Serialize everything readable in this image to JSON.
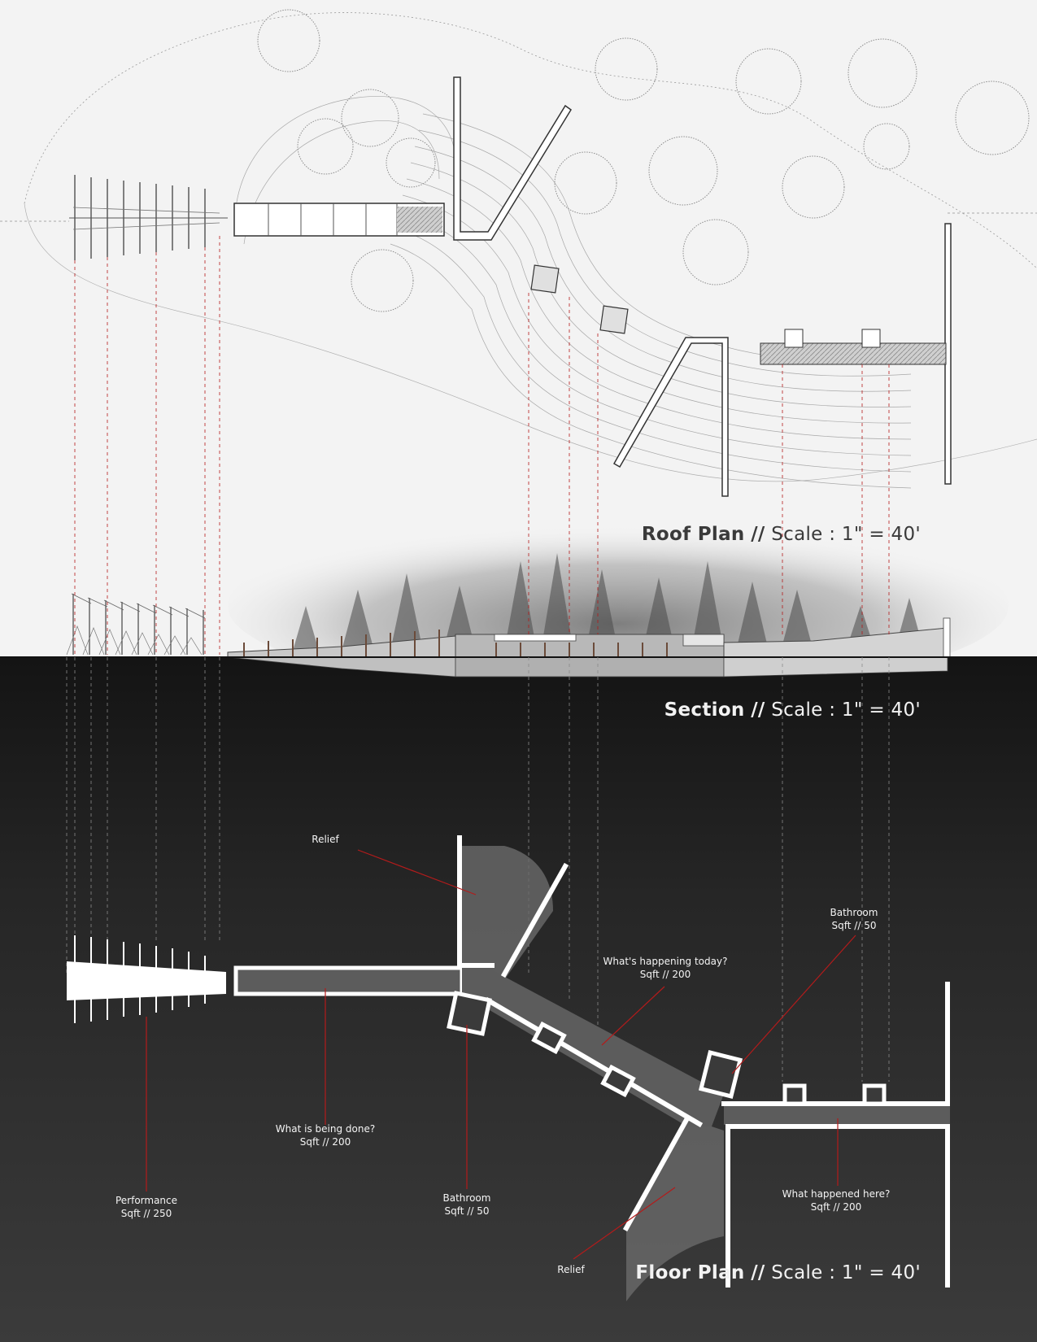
{
  "titles": {
    "roof_plan": {
      "name": "Roof Plan",
      "sep": "//",
      "scale": "Scale : 1\" = 40'"
    },
    "section": {
      "name": "Section",
      "sep": "//",
      "scale": "Scale : 1\" = 40'"
    },
    "floor_plan": {
      "name": "Floor Plan",
      "sep": "//",
      "scale": "Scale : 1\" = 40'"
    }
  },
  "program_labels": [
    {
      "id": "relief-top",
      "name": "Relief"
    },
    {
      "id": "bathroom-right",
      "name": "Bathroom",
      "area": "Sqft  //  50"
    },
    {
      "id": "whats-happening",
      "name": "What's happening today?",
      "area": "Sqft  //  200"
    },
    {
      "id": "what-is-being-done",
      "name": "What is being done?",
      "area": "Sqft  //  200"
    },
    {
      "id": "performance",
      "name": "Performance",
      "area": "Sqft  //  250"
    },
    {
      "id": "bathroom-center",
      "name": "Bathroom",
      "area": "Sqft  //  50"
    },
    {
      "id": "what-happened-here",
      "name": "What happened here?",
      "area": "Sqft  //  200"
    },
    {
      "id": "relief-bottom",
      "name": "Relief"
    }
  ],
  "colors": {
    "paper": "#f3f3f3",
    "ground_dark": "#2a2a2a",
    "leader_red": "#b31b1b",
    "wall_white": "#ffffff",
    "corridor_grey": "#5c5c5c"
  }
}
